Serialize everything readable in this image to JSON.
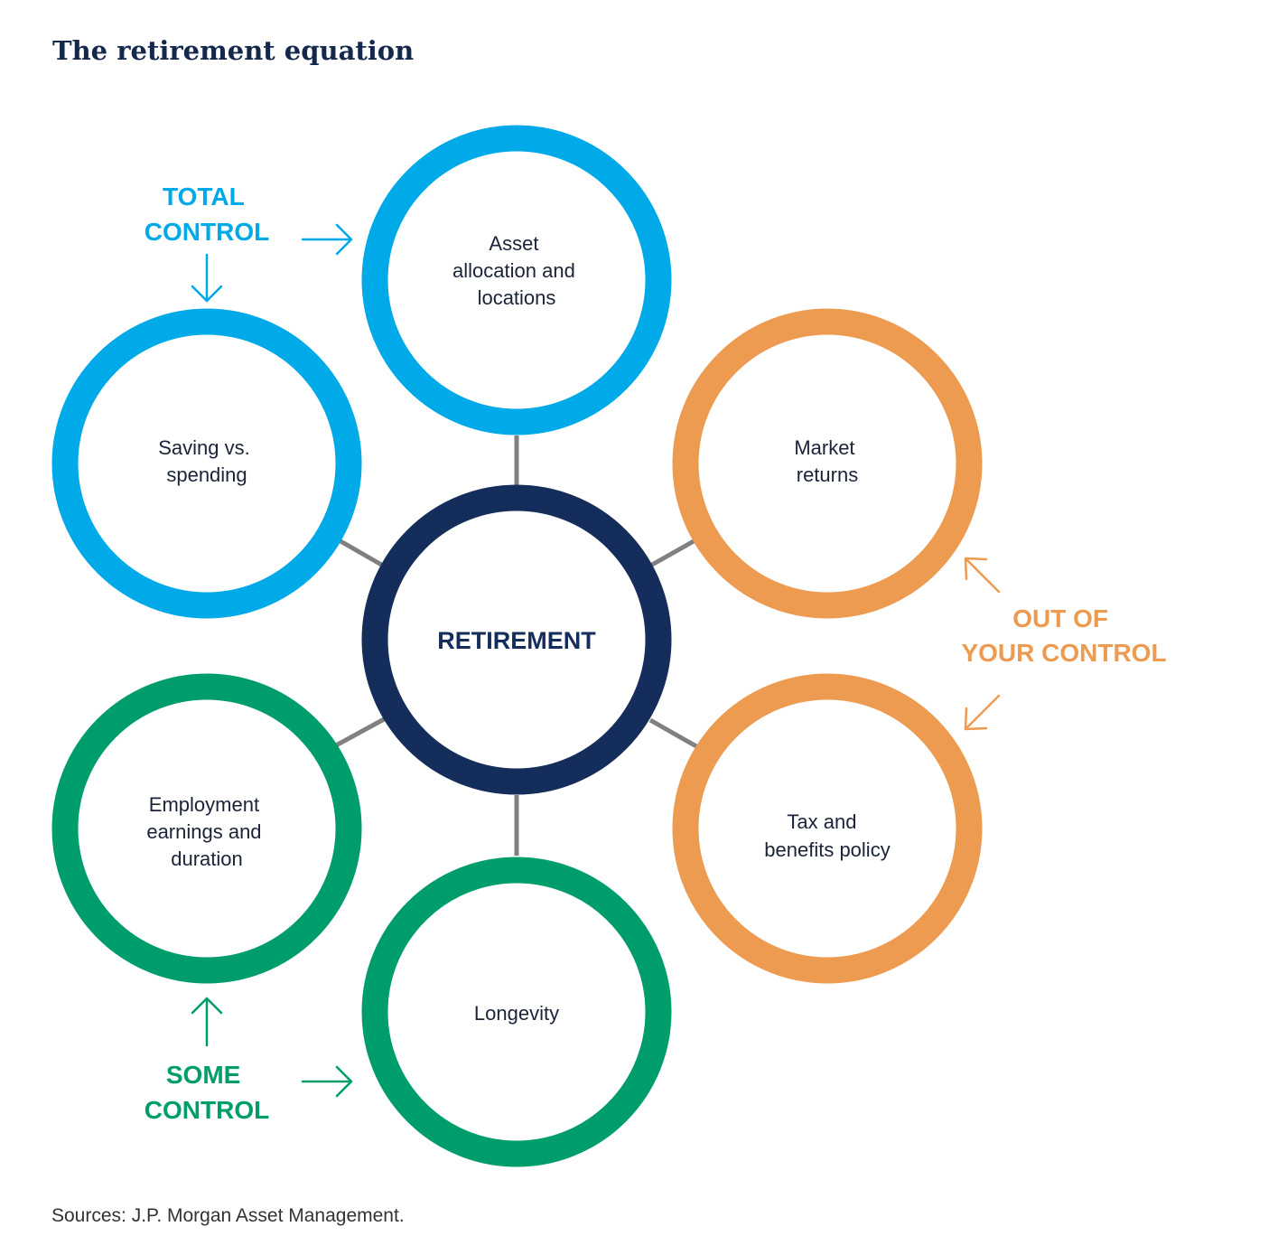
{
  "title": "The retirement equation",
  "source": "Sources: J.P. Morgan Asset Management.",
  "colors": {
    "title": "#14284b",
    "center": "#142d5a",
    "connector": "#808080",
    "total_control": "#00a9e8",
    "some_control": "#009d6c",
    "out_of_control": "#ed9b50",
    "node_text": "#1a2338",
    "source_text": "#333333"
  },
  "center": {
    "label": "RETIREMENT"
  },
  "nodes": [
    {
      "id": "asset-allocation",
      "group": "total_control",
      "lines": [
        "Asset",
        "allocation and",
        "locations"
      ]
    },
    {
      "id": "saving-vs-spending",
      "group": "total_control",
      "lines": [
        "Saving vs.",
        "spending"
      ]
    },
    {
      "id": "market-returns",
      "group": "out_of_control",
      "lines": [
        "Market",
        "returns"
      ]
    },
    {
      "id": "tax-and-benefits",
      "group": "out_of_control",
      "lines": [
        "Tax and",
        "benefits policy"
      ]
    },
    {
      "id": "employment-earnings",
      "group": "some_control",
      "lines": [
        "Employment",
        "earnings and",
        "duration"
      ]
    },
    {
      "id": "longevity",
      "group": "some_control",
      "lines": [
        "Longevity"
      ]
    }
  ],
  "groups": {
    "total_control": {
      "lines": [
        "TOTAL",
        "CONTROL"
      ]
    },
    "some_control": {
      "lines": [
        "SOME",
        "CONTROL"
      ]
    },
    "out_of_control": {
      "lines": [
        "OUT OF",
        "YOUR CONTROL"
      ]
    }
  }
}
